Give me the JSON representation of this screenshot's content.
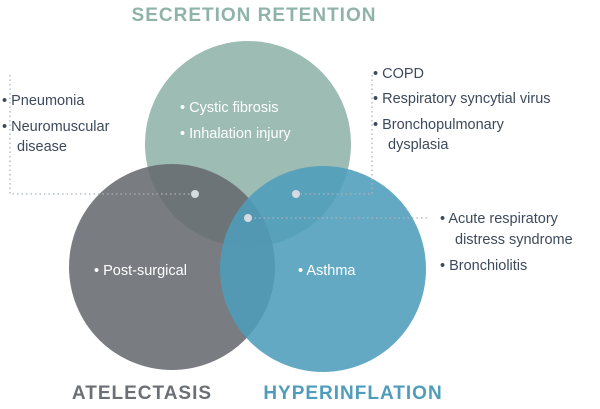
{
  "colors": {
    "secretion": "#8fb3a8",
    "atelectasis": "#676a70",
    "hyperinflation": "#4f9dbb",
    "label_secretion": "#8fb3a8",
    "label_atelectasis": "#6b6f76",
    "label_hyperinflation": "#4f9dbb",
    "text": "#3d4a5c",
    "connector": "#a9b3bd"
  },
  "circles": {
    "secretion": {
      "label": "SECRETION RETENTION"
    },
    "atelectasis": {
      "label": "ATELECTASIS"
    },
    "hyperinflation": {
      "label": "HYPERINFLATION"
    }
  },
  "inside_items": {
    "secretion_only": [
      "Cystic fibrosis",
      "Inhalation injury"
    ],
    "atelectasis_only": [
      "Post-surgical"
    ],
    "hyperinflation_only": [
      "Asthma"
    ]
  },
  "outside_items": {
    "left": [
      {
        "lines": [
          "Pneumonia"
        ]
      },
      {
        "lines": [
          "Neuromuscular",
          "disease"
        ]
      }
    ],
    "top_right": [
      {
        "lines": [
          "COPD"
        ]
      },
      {
        "lines": [
          "Respiratory syncytial virus"
        ]
      },
      {
        "lines": [
          "Bronchopulmonary",
          "dysplasia"
        ]
      }
    ],
    "right": [
      {
        "lines": [
          "Acute respiratory",
          "distress syndrome"
        ]
      },
      {
        "lines": [
          "Bronchiolitis"
        ]
      }
    ]
  }
}
